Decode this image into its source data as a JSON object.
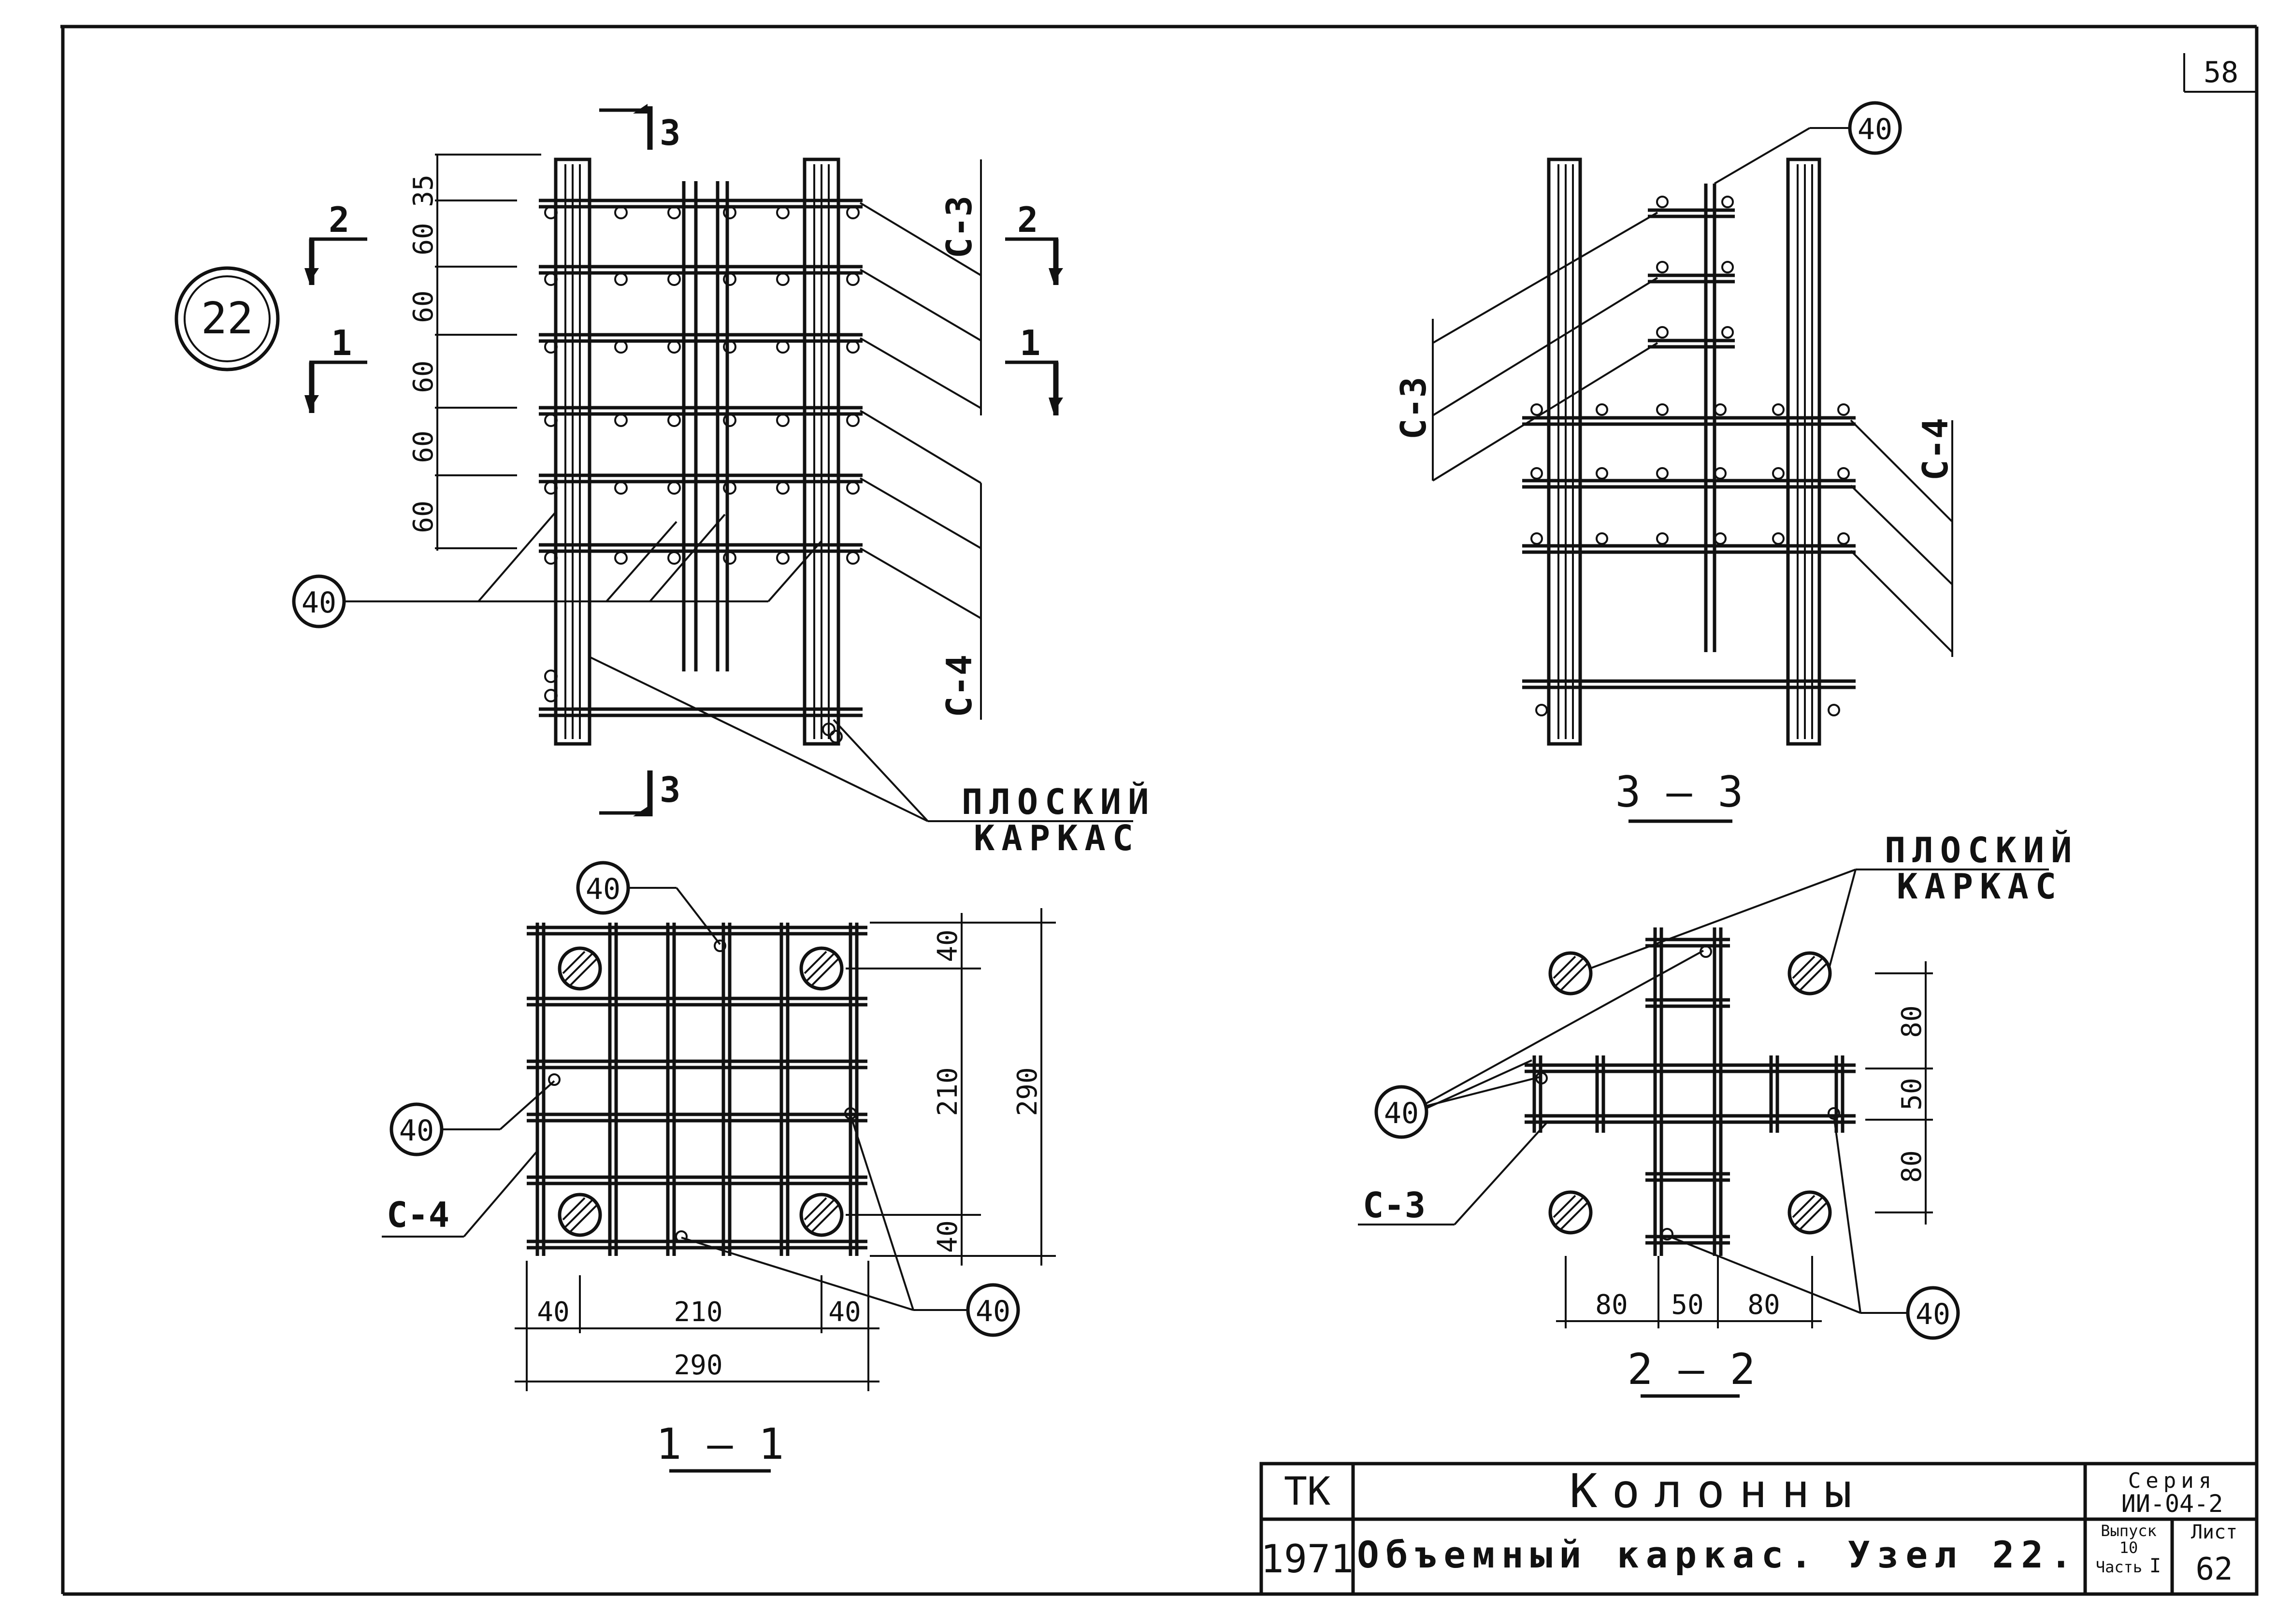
{
  "sheet": {
    "corner_number": "58",
    "node_number": "22"
  },
  "callouts": {
    "bar": "40",
    "c3": "С-3",
    "c4": "С-4",
    "flat_frame_line1": "ПЛОСКИЙ",
    "flat_frame_line2": "КАРКАС"
  },
  "section_marks": {
    "s1": "1",
    "s2": "2",
    "s3": "3"
  },
  "elevation": {
    "spacings": [
      "35",
      "60",
      "60",
      "60",
      "60",
      "60"
    ]
  },
  "section_titles": {
    "t11": "1 – 1",
    "t22": "2 – 2",
    "t33": "3 – 3"
  },
  "section_1_1": {
    "dims_bottom": [
      "40",
      "210",
      "40"
    ],
    "overall_bottom": "290",
    "dims_right": [
      "40",
      "210",
      "40"
    ],
    "overall_right": "290"
  },
  "section_2_2": {
    "dims_bottom": [
      "80",
      "50",
      "80"
    ],
    "dims_right": [
      "80",
      "50",
      "80"
    ]
  },
  "title_block": {
    "org": "ТК",
    "year": "1971",
    "title": "Колонны",
    "subtitle": "Объемный каркас. Узел 22.",
    "series_label": "Серия",
    "series_value": "ИИ-04-2",
    "issue_label": "Выпуск",
    "issue_value": "10",
    "part_label": "Часть",
    "part_value": "I",
    "sheet_label": "Лист",
    "sheet_value": "62"
  }
}
